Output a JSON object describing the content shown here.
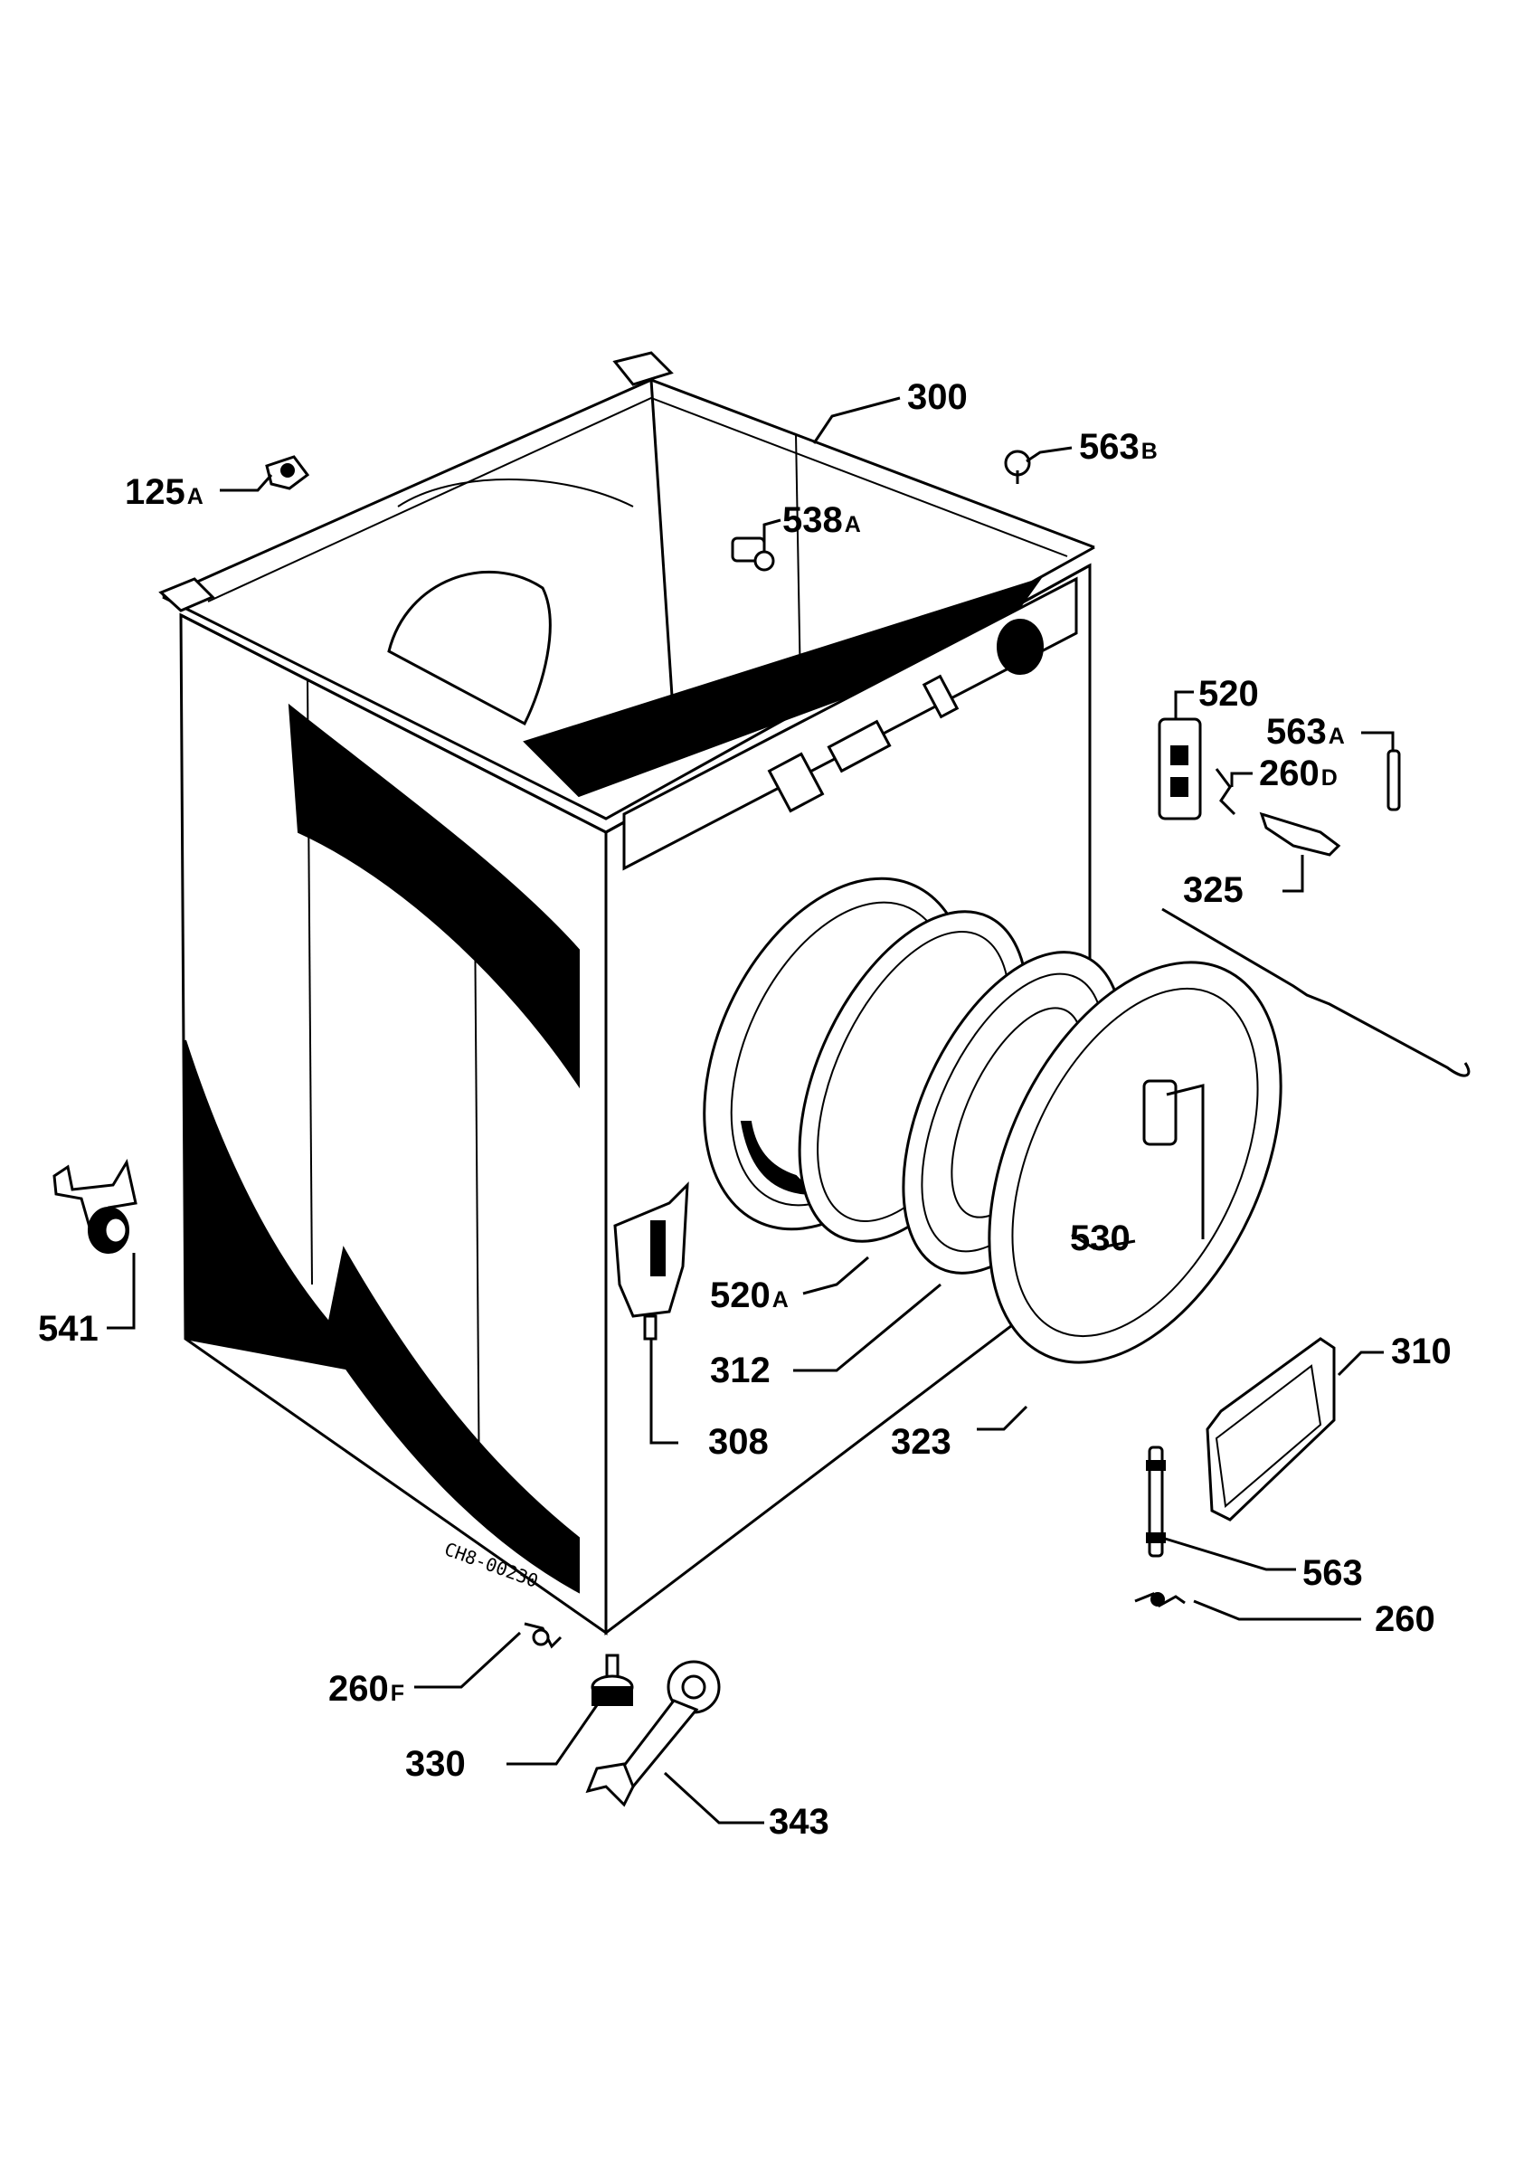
{
  "callouts": {
    "c300": "300",
    "c563b": "563",
    "c563b_suffix": "B",
    "c125a": "125",
    "c125a_suffix": "A",
    "c538a": "538",
    "c538a_suffix": "A",
    "c520": "520",
    "c563a": "563",
    "c563a_suffix": "A",
    "c260d": "260",
    "c260d_suffix": "D",
    "c325": "325",
    "c541": "541",
    "c530": "530",
    "c520a": "520",
    "c520a_suffix": "A",
    "c312": "312",
    "c310": "310",
    "c308": "308",
    "c323": "323",
    "c563": "563",
    "c260": "260",
    "c260f": "260",
    "c260f_suffix": "F",
    "c330": "330",
    "c343": "343"
  },
  "drawing_code": "CH8-00230"
}
